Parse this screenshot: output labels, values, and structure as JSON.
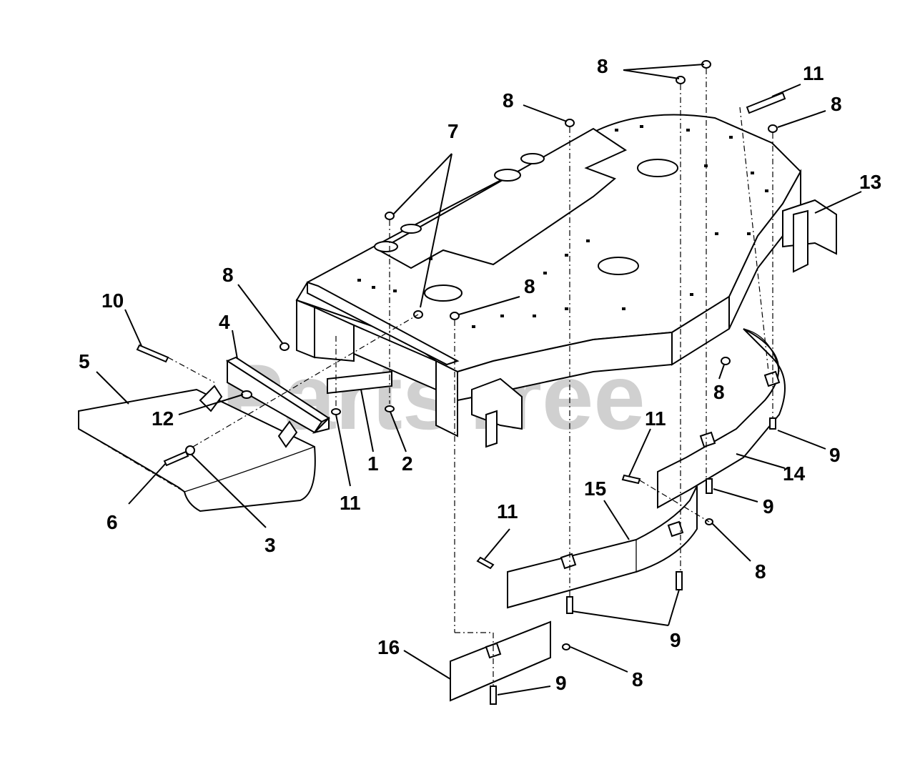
{
  "watermark": "PartsTree",
  "callouts": [
    "8",
    "11",
    "8",
    "8",
    "7",
    "13",
    "8",
    "8",
    "10",
    "4",
    "5",
    "12",
    "6",
    "3",
    "11",
    "1",
    "2",
    "8",
    "11",
    "9",
    "14",
    "9",
    "15",
    "11",
    "8",
    "9",
    "16",
    "8",
    "9"
  ]
}
